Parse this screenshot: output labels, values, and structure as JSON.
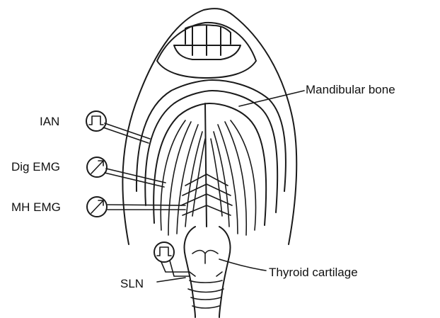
{
  "labels": {
    "mandibular": "Mandibular bone",
    "ian": "IAN",
    "dig": "Dig EMG",
    "mh": "MH EMG",
    "sln": "SLN",
    "thyroid": "Thyroid cartilage"
  },
  "colors": {
    "ink": "#1a1a1a",
    "background": "#ffffff"
  },
  "icons": {
    "ian": "stimulator-pulse-icon",
    "dig": "emg-electrode-icon",
    "mh": "emg-electrode-icon",
    "sln": "stimulator-pulse-icon"
  }
}
